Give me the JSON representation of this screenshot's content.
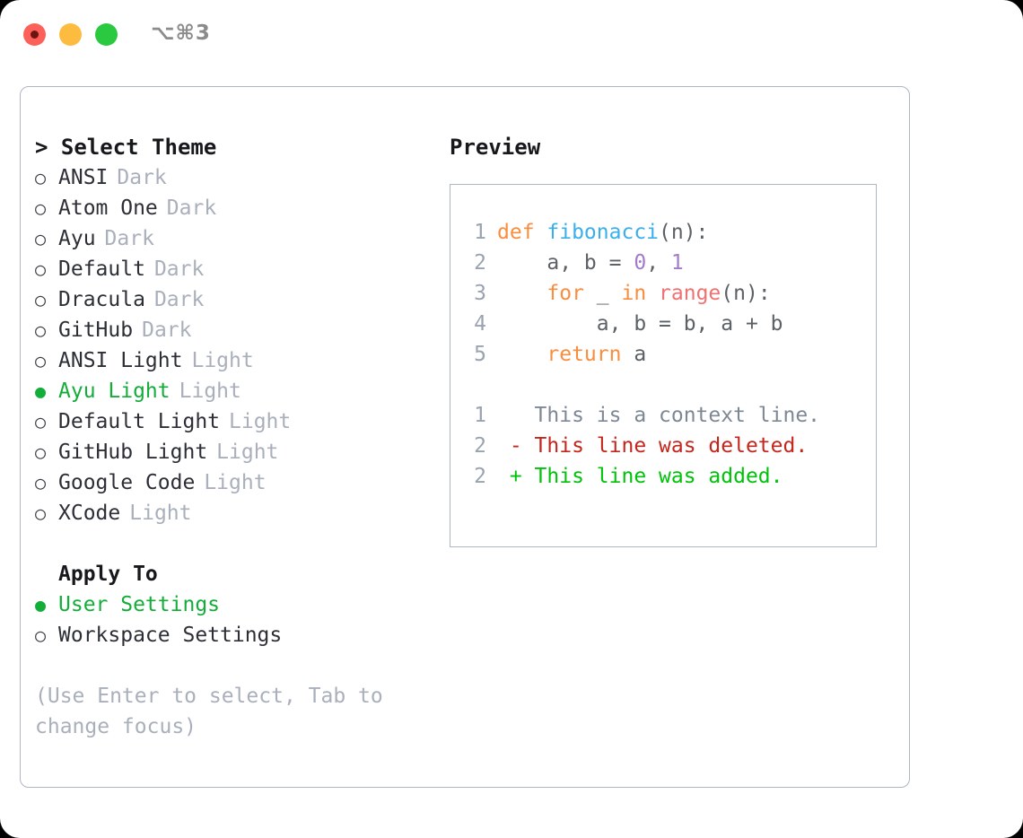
{
  "titlebar": {
    "shortcut": "⌥⌘3",
    "lights": [
      "close-red",
      "minimize-yellow",
      "zoom-green"
    ]
  },
  "theme_picker": {
    "heading": "> Select Theme",
    "bullet_selected": "●",
    "bullet_unselected": "○",
    "items": [
      {
        "label": "ANSI",
        "suffix": "Dark",
        "selected": false
      },
      {
        "label": "Atom One",
        "suffix": "Dark",
        "selected": false
      },
      {
        "label": "Ayu",
        "suffix": "Dark",
        "selected": false
      },
      {
        "label": "Default",
        "suffix": "Dark",
        "selected": false
      },
      {
        "label": "Dracula",
        "suffix": "Dark",
        "selected": false
      },
      {
        "label": "GitHub",
        "suffix": "Dark",
        "selected": false
      },
      {
        "label": "ANSI Light",
        "suffix": "Light",
        "selected": false
      },
      {
        "label": "Ayu Light",
        "suffix": "Light",
        "selected": true
      },
      {
        "label": "Default Light",
        "suffix": "Light",
        "selected": false
      },
      {
        "label": "GitHub Light",
        "suffix": "Light",
        "selected": false
      },
      {
        "label": "Google Code",
        "suffix": "Light",
        "selected": false
      },
      {
        "label": "XCode",
        "suffix": "Light",
        "selected": false
      }
    ]
  },
  "apply_to": {
    "heading": "Apply To",
    "items": [
      {
        "label": "User Settings",
        "selected": true
      },
      {
        "label": "Workspace Settings",
        "selected": false
      }
    ]
  },
  "hint": "(Use Enter to select, Tab to change focus)",
  "preview": {
    "heading": "Preview",
    "code": [
      {
        "lno": "1",
        "tokens": [
          {
            "text": "def ",
            "kind": "kw"
          },
          {
            "text": "fibonacci",
            "kind": "fn"
          },
          {
            "text": "(n):",
            "kind": "plain"
          }
        ]
      },
      {
        "lno": "2",
        "tokens": [
          {
            "text": "    a, b = ",
            "kind": "plain"
          },
          {
            "text": "0",
            "kind": "num"
          },
          {
            "text": ", ",
            "kind": "plain"
          },
          {
            "text": "1",
            "kind": "num"
          }
        ]
      },
      {
        "lno": "3",
        "tokens": [
          {
            "text": "    ",
            "kind": "plain"
          },
          {
            "text": "for",
            "kind": "kw"
          },
          {
            "text": " _ ",
            "kind": "plain"
          },
          {
            "text": "in",
            "kind": "kw"
          },
          {
            "text": " ",
            "kind": "plain"
          },
          {
            "text": "range",
            "kind": "call"
          },
          {
            "text": "(n):",
            "kind": "plain"
          }
        ]
      },
      {
        "lno": "4",
        "tokens": [
          {
            "text": "        a, b = b, a + b",
            "kind": "plain"
          }
        ]
      },
      {
        "lno": "5",
        "tokens": [
          {
            "text": "    ",
            "kind": "plain"
          },
          {
            "text": "return",
            "kind": "kw"
          },
          {
            "text": " a",
            "kind": "plain"
          }
        ]
      }
    ],
    "diff": [
      {
        "lno": "1",
        "marker": " ",
        "text": " This is a context line.",
        "kind": "ctx"
      },
      {
        "lno": "2",
        "marker": "-",
        "text": " This line was deleted.",
        "kind": "del"
      },
      {
        "lno": "2",
        "marker": "+",
        "text": " This line was added.",
        "kind": "add"
      }
    ]
  },
  "colors": {
    "accent_green": "#13ad3a",
    "border": "#aeb6c2",
    "muted": "#a9b0bb",
    "keyword": "#fa8d3e",
    "function": "#39afee",
    "number": "#a37acc",
    "call": "#f07171",
    "plain": "#5c6166",
    "diff_context": "#7e8894",
    "diff_deleted": "#c3261c",
    "diff_added": "#00c20a"
  }
}
